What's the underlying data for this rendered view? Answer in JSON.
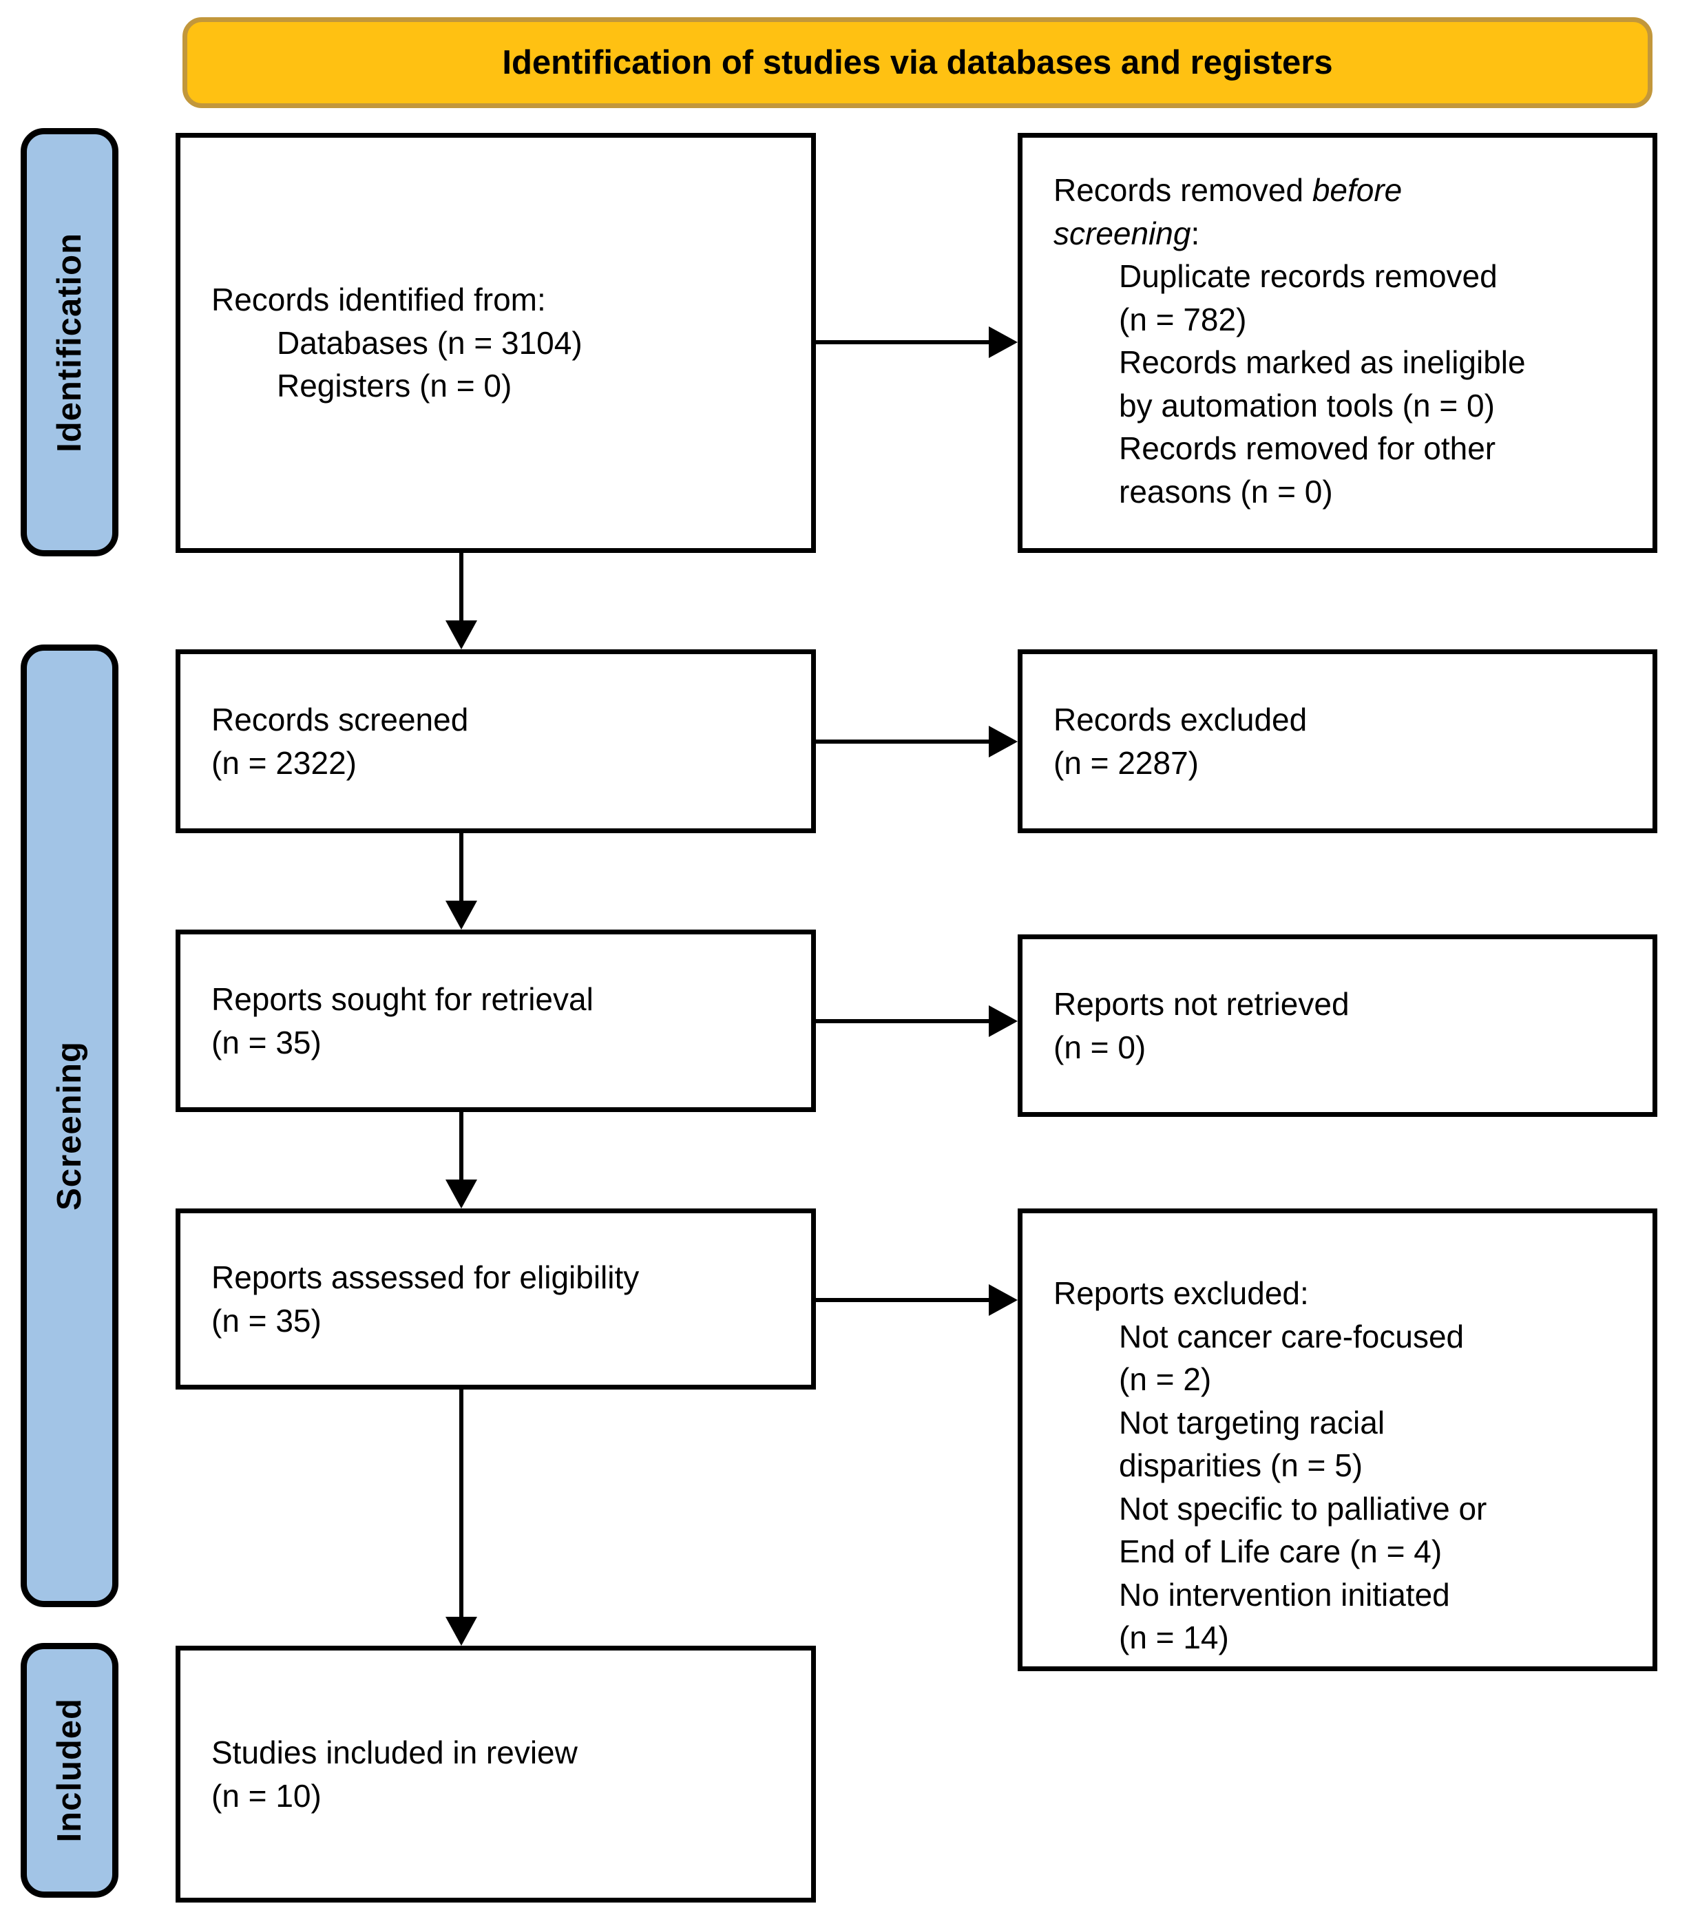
{
  "banner": {
    "label": "Identification of studies via databases and registers"
  },
  "stages": [
    {
      "label": "Identification"
    },
    {
      "label": "Screening"
    },
    {
      "label": "Included"
    }
  ],
  "colors": {
    "banner_fill": "#FFC112",
    "banner_border": "#C2973B",
    "stage_fill": "#A2C4E6",
    "box_bg": "#FFFFFF",
    "line": "#000000"
  },
  "boxes": {
    "records_identified": {
      "lines": [
        {
          "indent": false,
          "segments": [
            {
              "text": "Records identified from:"
            }
          ]
        },
        {
          "indent": true,
          "segments": [
            {
              "text": "Databases (n = 3104)"
            }
          ]
        },
        {
          "indent": true,
          "segments": [
            {
              "text": "Registers (n = 0)"
            }
          ]
        }
      ]
    },
    "records_removed": {
      "lines": [
        {
          "indent": false,
          "segments": [
            {
              "text": "Records removed "
            },
            {
              "text": "before",
              "italic": true
            }
          ]
        },
        {
          "indent": false,
          "segments": [
            {
              "text": "screening",
              "italic": true
            },
            {
              "text": ":"
            }
          ]
        },
        {
          "indent": true,
          "segments": [
            {
              "text": "Duplicate records removed"
            }
          ]
        },
        {
          "indent": true,
          "segments": [
            {
              "text": "(n = 782)"
            }
          ]
        },
        {
          "indent": true,
          "segments": [
            {
              "text": "Records marked as ineligible"
            }
          ]
        },
        {
          "indent": true,
          "segments": [
            {
              "text": "by automation tools (n = 0)"
            }
          ]
        },
        {
          "indent": true,
          "segments": [
            {
              "text": "Records removed for other"
            }
          ]
        },
        {
          "indent": true,
          "segments": [
            {
              "text": "reasons (n = 0)"
            }
          ]
        }
      ]
    },
    "records_screened": {
      "lines": [
        {
          "indent": false,
          "segments": [
            {
              "text": "Records screened"
            }
          ]
        },
        {
          "indent": false,
          "segments": [
            {
              "text": "(n = 2322)"
            }
          ]
        }
      ]
    },
    "records_excluded": {
      "lines": [
        {
          "indent": false,
          "segments": [
            {
              "text": "Records excluded"
            }
          ]
        },
        {
          "indent": false,
          "segments": [
            {
              "text": "(n = 2287)"
            }
          ]
        }
      ]
    },
    "reports_sought": {
      "lines": [
        {
          "indent": false,
          "segments": [
            {
              "text": "Reports sought for retrieval"
            }
          ]
        },
        {
          "indent": false,
          "segments": [
            {
              "text": "(n = 35)"
            }
          ]
        }
      ]
    },
    "reports_not_retrieved": {
      "lines": [
        {
          "indent": false,
          "segments": [
            {
              "text": "Reports not retrieved"
            }
          ]
        },
        {
          "indent": false,
          "segments": [
            {
              "text": "(n = 0)"
            }
          ]
        }
      ]
    },
    "reports_assessed": {
      "lines": [
        {
          "indent": false,
          "segments": [
            {
              "text": "Reports assessed for eligibility"
            }
          ]
        },
        {
          "indent": false,
          "segments": [
            {
              "text": "(n = 35)"
            }
          ]
        }
      ]
    },
    "reports_excluded": {
      "lines": [
        {
          "indent": false,
          "segments": [
            {
              "text": "Reports excluded:"
            }
          ]
        },
        {
          "indent": true,
          "segments": [
            {
              "text": "Not cancer care-focused"
            }
          ]
        },
        {
          "indent": true,
          "segments": [
            {
              "text": "(n = 2)"
            }
          ]
        },
        {
          "indent": true,
          "segments": [
            {
              "text": "Not targeting racial"
            }
          ]
        },
        {
          "indent": true,
          "segments": [
            {
              "text": "disparities (n = 5)"
            }
          ]
        },
        {
          "indent": true,
          "segments": [
            {
              "text": "Not specific to palliative or"
            }
          ]
        },
        {
          "indent": true,
          "segments": [
            {
              "text": "End of Life care (n = 4)"
            }
          ]
        },
        {
          "indent": true,
          "segments": [
            {
              "text": "No intervention initiated"
            }
          ]
        },
        {
          "indent": true,
          "segments": [
            {
              "text": "(n = 14)"
            }
          ]
        }
      ]
    },
    "studies_included": {
      "lines": [
        {
          "indent": false,
          "segments": [
            {
              "text": "Studies included in review"
            }
          ]
        },
        {
          "indent": false,
          "segments": [
            {
              "text": "(n = 10)"
            }
          ]
        }
      ]
    }
  }
}
